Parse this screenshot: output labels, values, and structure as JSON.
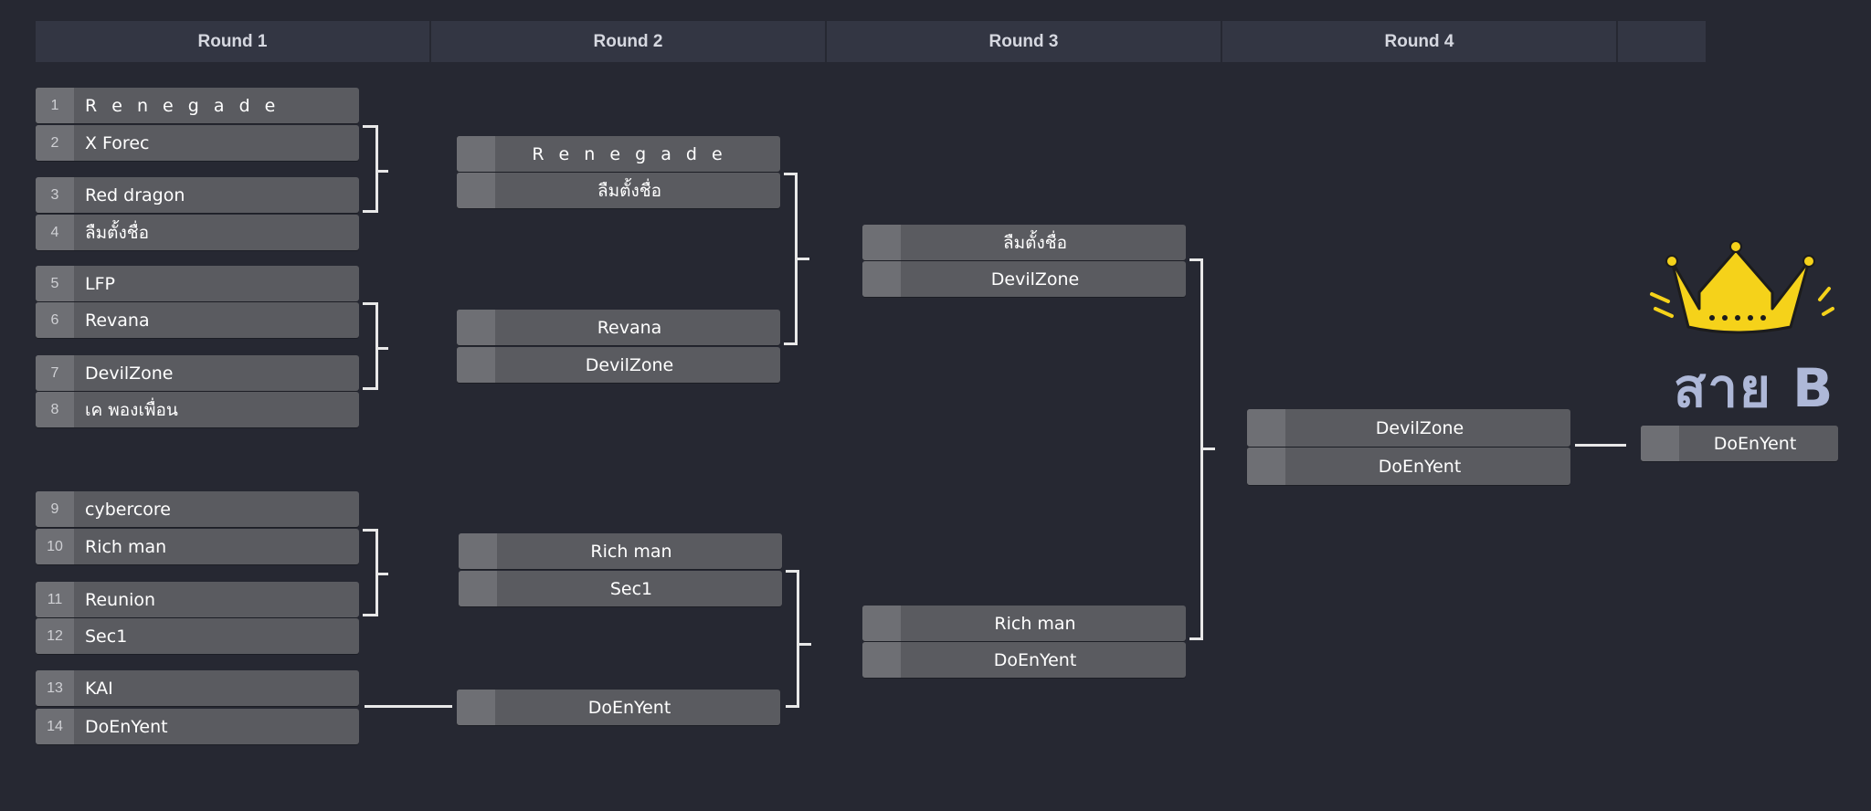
{
  "rounds": [
    "Round 1",
    "Round 2",
    "Round 3",
    "Round 4",
    ""
  ],
  "round1": [
    {
      "seed": "1",
      "name": "R e n e g a d e"
    },
    {
      "seed": "2",
      "name": "X Forec"
    },
    {
      "seed": "3",
      "name": "Red dragon"
    },
    {
      "seed": "4",
      "name": "ลืมตั้งชื่อ"
    },
    {
      "seed": "5",
      "name": "LFP"
    },
    {
      "seed": "6",
      "name": "Revana"
    },
    {
      "seed": "7",
      "name": "DevilZone"
    },
    {
      "seed": "8",
      "name": "เค พองเพื่อน"
    },
    {
      "seed": "9",
      "name": "cybercore"
    },
    {
      "seed": "10",
      "name": "Rich man"
    },
    {
      "seed": "11",
      "name": "Reunion"
    },
    {
      "seed": "12",
      "name": "Sec1"
    },
    {
      "seed": "13",
      "name": "KAI"
    },
    {
      "seed": "14",
      "name": "DoEnYent"
    }
  ],
  "round2": [
    "R e n e g a d e",
    "ลืมตั้งชื่อ",
    "Revana",
    "DevilZone",
    "Rich man",
    "Sec1",
    "DoEnYent"
  ],
  "round3": [
    "ลืมตั้งชื่อ",
    "DevilZone",
    "Rich man",
    "DoEnYent"
  ],
  "round4": [
    "DevilZone",
    "DoEnYent"
  ],
  "champion": "DoEnYent",
  "bracket_title": "สาย B",
  "colors": {
    "background": "#262832",
    "header": "#333643",
    "slot": "#5a5b60",
    "seed_box": "#6e6f74",
    "crown": "#f5d21a",
    "title": "#aeb8d8"
  }
}
